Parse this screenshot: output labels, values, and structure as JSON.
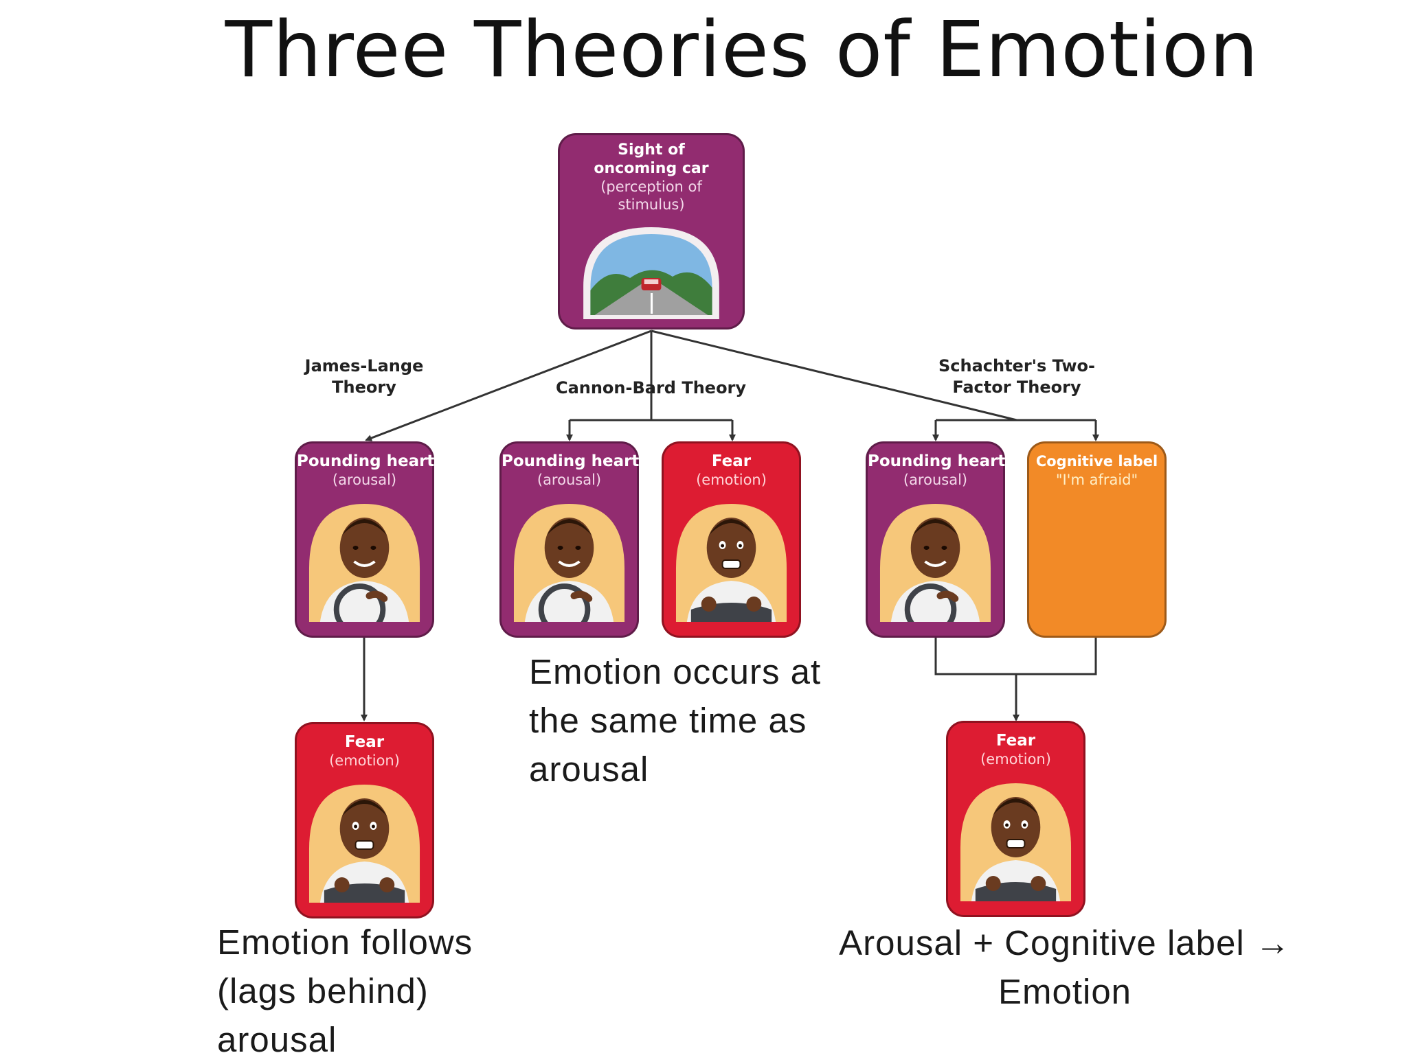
{
  "title": "Three Theories of Emotion",
  "stimulus": {
    "title": "Sight of oncoming car",
    "subtitle": "(perception of stimulus)"
  },
  "theories": {
    "james_lange": "James-Lange Theory",
    "cannon_bard": "Cannon-Bard Theory",
    "schachter": "Schachter's Two-Factor Theory"
  },
  "cards": {
    "arousal_title": "Pounding heart",
    "arousal_sub": "(arousal)",
    "fear_title": "Fear",
    "fear_sub": "(emotion)",
    "cognitive_title": "Cognitive label",
    "cognitive_sub": "\"I'm afraid\""
  },
  "notes": {
    "james_lange": "Emotion follows (lags behind) arousal",
    "cannon_bard": "Emotion occurs at the same time as arousal",
    "schachter_line1": "Arousal + Cognitive label →",
    "schachter_line2": "Emotion"
  },
  "colors": {
    "arousal": "#922c70",
    "emotion": "#dd1c32",
    "cognitive": "#f28a27"
  }
}
